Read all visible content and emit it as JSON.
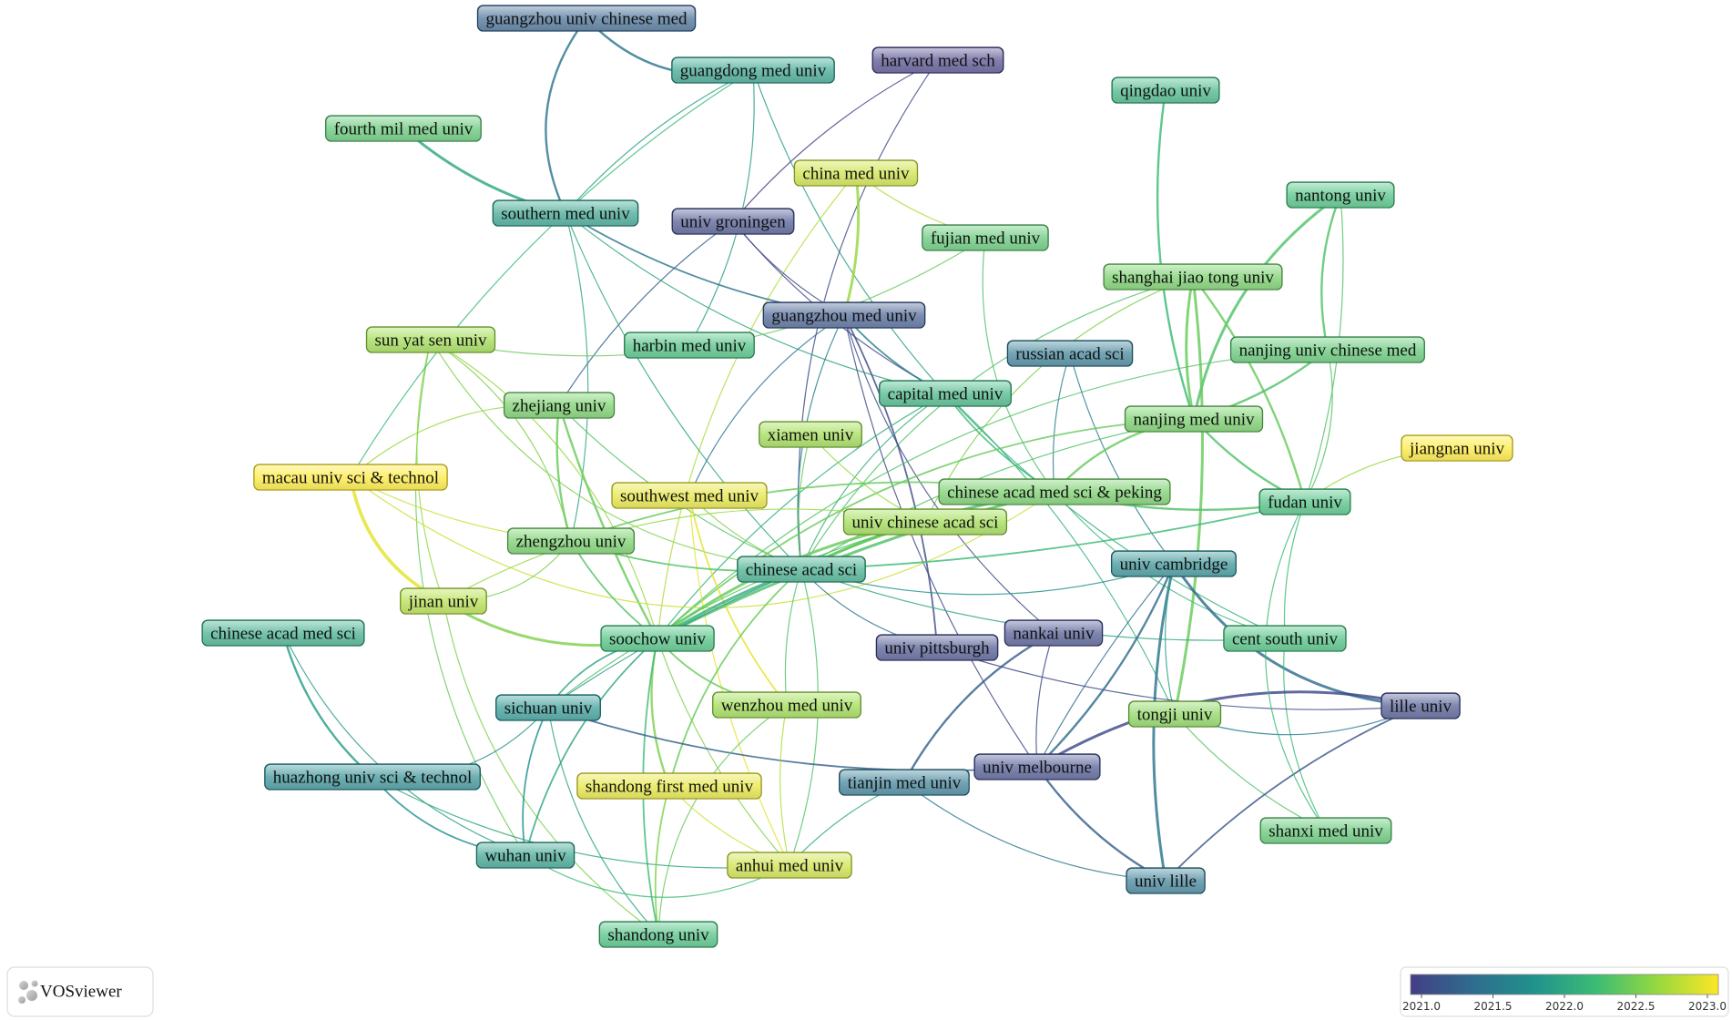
{
  "brand": {
    "name": "VOSviewer",
    "logo": "vosviewer-logo-icon"
  },
  "colorscale": {
    "stops": [
      "#433e85",
      "#2f6c8e",
      "#21918c",
      "#3bbb75",
      "#95d840",
      "#fde725"
    ],
    "ticks": [
      "2021.0",
      "2021.5",
      "2022.0",
      "2022.5",
      "2023.0"
    ]
  },
  "nodes": [
    {
      "id": "gzucm",
      "label": "guangzhou univ chinese med",
      "year": 2021.3
    },
    {
      "id": "gdmu",
      "label": "guangdong med univ",
      "year": 2021.9
    },
    {
      "id": "hms",
      "label": "harvard med sch",
      "year": 2021.0
    },
    {
      "id": "qdu",
      "label": "qingdao univ",
      "year": 2022.1
    },
    {
      "id": "fmmu",
      "label": "fourth mil med univ",
      "year": 2022.3
    },
    {
      "id": "cmu",
      "label": "china med univ",
      "year": 2022.8
    },
    {
      "id": "ntu",
      "label": "nantong univ",
      "year": 2022.2
    },
    {
      "id": "smu",
      "label": "southern med univ",
      "year": 2021.9
    },
    {
      "id": "rug",
      "label": "univ groningen",
      "year": 2021.1
    },
    {
      "id": "fjmu",
      "label": "fujian med univ",
      "year": 2022.3
    },
    {
      "id": "sjtu",
      "label": "shanghai jiao tong univ",
      "year": 2022.4
    },
    {
      "id": "gzmu",
      "label": "guangzhou med univ",
      "year": 2021.2
    },
    {
      "id": "sysu",
      "label": "sun yat sen univ",
      "year": 2022.6
    },
    {
      "id": "hrbmu",
      "label": "harbin med univ",
      "year": 2022.2
    },
    {
      "id": "njucm",
      "label": "nanjing univ chinese med",
      "year": 2022.3
    },
    {
      "id": "ras",
      "label": "russian acad sci",
      "year": 2021.5
    },
    {
      "id": "ccmu",
      "label": "capital med univ",
      "year": 2022.1
    },
    {
      "id": "zju",
      "label": "zhejiang univ",
      "year": 2022.4
    },
    {
      "id": "njmu",
      "label": "nanjing med univ",
      "year": 2022.4
    },
    {
      "id": "xmu",
      "label": "xiamen univ",
      "year": 2022.6
    },
    {
      "id": "jnu2",
      "label": "jiangnan univ",
      "year": 2023.0
    },
    {
      "id": "must",
      "label": "macau univ sci & technol",
      "year": 2023.0
    },
    {
      "id": "swmu",
      "label": "southwest med univ",
      "year": 2022.9
    },
    {
      "id": "cams",
      "label": "chinese acad med sci & peking",
      "year": 2022.4
    },
    {
      "id": "fdu",
      "label": "fudan univ",
      "year": 2022.2
    },
    {
      "id": "ucas",
      "label": "univ chinese acad sci",
      "year": 2022.6
    },
    {
      "id": "zzu",
      "label": "zhengzhou univ",
      "year": 2022.4
    },
    {
      "id": "cas",
      "label": "chinese acad sci",
      "year": 2022.0
    },
    {
      "id": "cam",
      "label": "univ cambridge",
      "year": 2021.7
    },
    {
      "id": "jnu",
      "label": "jinan univ",
      "year": 2022.7
    },
    {
      "id": "camsci",
      "label": "chinese acad med sci",
      "year": 2022.0
    },
    {
      "id": "suda",
      "label": "soochow univ",
      "year": 2022.2
    },
    {
      "id": "csu",
      "label": "cent south univ",
      "year": 2022.2
    },
    {
      "id": "nku",
      "label": "nankai univ",
      "year": 2021.1
    },
    {
      "id": "pitt",
      "label": "univ pittsburgh",
      "year": 2021.1
    },
    {
      "id": "scu",
      "label": "sichuan univ",
      "year": 2021.8
    },
    {
      "id": "wzmu",
      "label": "wenzhou med univ",
      "year": 2022.6
    },
    {
      "id": "tju",
      "label": "tongji univ",
      "year": 2022.5
    },
    {
      "id": "lille",
      "label": "lille univ",
      "year": 2021.1
    },
    {
      "id": "hust",
      "label": "huazhong univ sci & technol",
      "year": 2021.7
    },
    {
      "id": "unimelb",
      "label": "univ melbourne",
      "year": 2021.1
    },
    {
      "id": "tmu",
      "label": "tianjin med univ",
      "year": 2021.5
    },
    {
      "id": "sdfmu",
      "label": "shandong first med univ",
      "year": 2022.9
    },
    {
      "id": "sxmu",
      "label": "shanxi med univ",
      "year": 2022.3
    },
    {
      "id": "whu",
      "label": "wuhan univ",
      "year": 2021.9
    },
    {
      "id": "ahmu",
      "label": "anhui med univ",
      "year": 2022.8
    },
    {
      "id": "ulille",
      "label": "univ lille",
      "year": 2021.5
    },
    {
      "id": "sdu",
      "label": "shandong univ",
      "year": 2022.2
    }
  ],
  "links": [
    [
      "gzucm",
      "gdmu",
      2021.5,
      2
    ],
    [
      "gzucm",
      "smu",
      2021.5,
      2
    ],
    [
      "fmmu",
      "smu",
      2022.0,
      2.5
    ],
    [
      "gdmu",
      "smu",
      2021.9,
      1
    ],
    [
      "gdmu",
      "hrbmu",
      2021.9,
      1
    ],
    [
      "gdmu",
      "ccmu",
      2021.9,
      1
    ],
    [
      "hms",
      "rug",
      2021.0,
      1
    ],
    [
      "hms",
      "cas",
      2021.1,
      1
    ],
    [
      "cmu",
      "gzmu",
      2022.6,
      2.5
    ],
    [
      "cmu",
      "fjmu",
      2022.7,
      1
    ],
    [
      "cmu",
      "suda",
      2022.7,
      1
    ],
    [
      "rug",
      "gzmu",
      2021.1,
      1
    ],
    [
      "rug",
      "ccmu",
      2021.1,
      1
    ],
    [
      "rug",
      "zju",
      2021.3,
      1
    ],
    [
      "smu",
      "gzmu",
      2021.5,
      1.5
    ],
    [
      "smu",
      "zzu",
      2022.0,
      1
    ],
    [
      "smu",
      "cas",
      2022.0,
      1
    ],
    [
      "smu",
      "ccmu",
      2022.0,
      1
    ],
    [
      "fjmu",
      "cams",
      2022.3,
      1
    ],
    [
      "fjmu",
      "sysu",
      2022.4,
      1
    ],
    [
      "qdu",
      "njmu",
      2022.2,
      2
    ],
    [
      "ntu",
      "njmu",
      2022.3,
      2.5
    ],
    [
      "ntu",
      "njucm",
      2022.3,
      2
    ],
    [
      "ntu",
      "fdu",
      2022.3,
      1
    ],
    [
      "sjtu",
      "njmu",
      2022.4,
      2.5
    ],
    [
      "sjtu",
      "tju",
      2022.4,
      2.5
    ],
    [
      "sjtu",
      "fdu",
      2022.4,
      2
    ],
    [
      "sjtu",
      "cas",
      2022.3,
      1
    ],
    [
      "sjtu",
      "ucas",
      2022.5,
      1
    ],
    [
      "gzmu",
      "ccmu",
      2021.6,
      1.5
    ],
    [
      "gzmu",
      "pitt",
      2021.1,
      1.5
    ],
    [
      "gzmu",
      "unimelb",
      2021.1,
      1
    ],
    [
      "gzmu",
      "swmu",
      2021.5,
      1
    ],
    [
      "gzmu",
      "cas",
      2021.6,
      1
    ],
    [
      "gzmu",
      "nku",
      2021.1,
      1
    ],
    [
      "sysu",
      "zzu",
      2022.5,
      1
    ],
    [
      "sysu",
      "suda",
      2022.6,
      1
    ],
    [
      "sysu",
      "cas",
      2022.5,
      1
    ],
    [
      "sysu",
      "whu",
      2022.4,
      1
    ],
    [
      "sysu",
      "jnu",
      2022.6,
      1
    ],
    [
      "njucm",
      "njmu",
      2022.3,
      2
    ],
    [
      "njucm",
      "suda",
      2022.3,
      1
    ],
    [
      "njucm",
      "fdu",
      2022.3,
      1
    ],
    [
      "ras",
      "cam",
      2021.6,
      1
    ],
    [
      "ras",
      "cams",
      2021.6,
      1
    ],
    [
      "ccmu",
      "cams",
      2022.2,
      1.5
    ],
    [
      "ccmu",
      "suda",
      2022.1,
      1
    ],
    [
      "ccmu",
      "tju",
      2022.1,
      1
    ],
    [
      "ccmu",
      "cas",
      2022.1,
      1
    ],
    [
      "ccmu",
      "csu",
      2022.1,
      1
    ],
    [
      "zju",
      "zzu",
      2022.4,
      2
    ],
    [
      "zju",
      "suda",
      2022.4,
      2
    ],
    [
      "zju",
      "cas",
      2022.3,
      1
    ],
    [
      "zju",
      "must",
      2022.6,
      1
    ],
    [
      "njmu",
      "cams",
      2022.4,
      2
    ],
    [
      "njmu",
      "fdu",
      2022.3,
      2
    ],
    [
      "njmu",
      "suda",
      2022.4,
      1.5
    ],
    [
      "njmu",
      "cas",
      2022.3,
      1
    ],
    [
      "xmu",
      "cas",
      2022.4,
      1
    ],
    [
      "xmu",
      "ucas",
      2022.6,
      1
    ],
    [
      "jnu2",
      "fdu",
      2022.6,
      1
    ],
    [
      "must",
      "jnu",
      2022.9,
      3
    ],
    [
      "must",
      "zzu",
      2022.8,
      1
    ],
    [
      "must",
      "cams",
      2022.8,
      1
    ],
    [
      "must",
      "wuhan",
      2022.5,
      1
    ],
    [
      "swmu",
      "cas",
      2022.5,
      1
    ],
    [
      "swmu",
      "wzmu",
      2022.9,
      1.5
    ],
    [
      "swmu",
      "ahmu",
      2022.9,
      1
    ],
    [
      "cams",
      "cas",
      2022.3,
      2.5
    ],
    [
      "cams",
      "suda",
      2022.3,
      2.5
    ],
    [
      "cams",
      "fdu",
      2022.3,
      2
    ],
    [
      "cams",
      "zzu",
      2022.4,
      1.5
    ],
    [
      "cams",
      "csu",
      2022.2,
      1
    ],
    [
      "ucas",
      "cas",
      2022.4,
      2.5
    ],
    [
      "ucas",
      "suda",
      2022.4,
      2.5
    ],
    [
      "ucas",
      "jnu",
      2022.6,
      1
    ],
    [
      "ucas",
      "scu",
      2022.3,
      1
    ],
    [
      "zzu",
      "cas",
      2022.3,
      1.5
    ],
    [
      "zzu",
      "suda",
      2022.3,
      1.5
    ],
    [
      "cas",
      "suda",
      2022.1,
      2.5
    ],
    [
      "cas",
      "scu",
      2021.9,
      1
    ],
    [
      "cas",
      "sdfmu",
      2022.4,
      1.5
    ],
    [
      "cas",
      "wzmu",
      2022.3,
      1
    ],
    [
      "cas",
      "pitt",
      2021.5,
      1
    ],
    [
      "cas",
      "csu",
      2022.0,
      1
    ],
    [
      "cas",
      "fdu",
      2022.2,
      1.5
    ],
    [
      "cas",
      "cam",
      2021.8,
      1
    ],
    [
      "cas",
      "ahmu",
      2022.3,
      1
    ],
    [
      "cam",
      "ulille",
      2021.5,
      2.5
    ],
    [
      "cam",
      "lille",
      2021.4,
      2.5
    ],
    [
      "cam",
      "tju",
      2021.9,
      1
    ],
    [
      "cam",
      "unimelb",
      2021.4,
      1
    ],
    [
      "jnu",
      "suda",
      2022.5,
      2.5
    ],
    [
      "jnu",
      "zzu",
      2022.5,
      1
    ],
    [
      "jnu",
      "sdu",
      2022.5,
      1
    ],
    [
      "camsci",
      "hust",
      2021.9,
      2
    ],
    [
      "camsci",
      "whu",
      2021.9,
      1
    ],
    [
      "suda",
      "scu",
      2022.0,
      1.5
    ],
    [
      "suda",
      "sdfmu",
      2022.5,
      2
    ],
    [
      "suda",
      "sdu",
      2022.2,
      1.5
    ],
    [
      "suda",
      "wzmu",
      2022.4,
      1.5
    ],
    [
      "suda",
      "whu",
      2022.0,
      1.5
    ],
    [
      "suda",
      "ahmu",
      2022.5,
      1
    ],
    [
      "csu",
      "fdu",
      2022.2,
      1
    ],
    [
      "csu",
      "sxmu",
      2022.2,
      1
    ],
    [
      "nku",
      "tmu",
      2021.3,
      2
    ],
    [
      "nku",
      "unimelb",
      2021.1,
      1
    ],
    [
      "pitt",
      "lille",
      2021.1,
      1
    ],
    [
      "scu",
      "whu",
      2021.8,
      1.5
    ],
    [
      "scu",
      "unimelb",
      2021.3,
      1.5
    ],
    [
      "scu",
      "sdu",
      2022.0,
      1
    ],
    [
      "wzmu",
      "ahmu",
      2022.7,
      1
    ],
    [
      "wzmu",
      "sdu",
      2022.4,
      1
    ],
    [
      "tju",
      "lille",
      2021.6,
      1
    ],
    [
      "tju",
      "sxmu",
      2022.3,
      1
    ],
    [
      "lille",
      "unimelb",
      2021.1,
      2.5
    ],
    [
      "lille",
      "ulille",
      2021.2,
      1.5
    ],
    [
      "hust",
      "whu",
      2021.8,
      1.5
    ],
    [
      "hust",
      "ahmu",
      2022.0,
      1
    ],
    [
      "hust",
      "scu",
      2021.8,
      1
    ],
    [
      "unimelb",
      "ulille",
      2021.3,
      2
    ],
    [
      "unimelb",
      "cam",
      2021.4,
      2
    ],
    [
      "tmu",
      "ulille",
      2021.5,
      1
    ],
    [
      "tmu",
      "ahmu",
      2022.0,
      1
    ],
    [
      "sdfmu",
      "sdu",
      2022.5,
      1.5
    ],
    [
      "sdfmu",
      "ahmu",
      2022.8,
      1
    ],
    [
      "whu",
      "ahmu",
      2022.2,
      1
    ],
    [
      "fdu",
      "sxmu",
      2022.2,
      1
    ],
    [
      "gdmu",
      "must",
      2022.2,
      1
    ]
  ]
}
